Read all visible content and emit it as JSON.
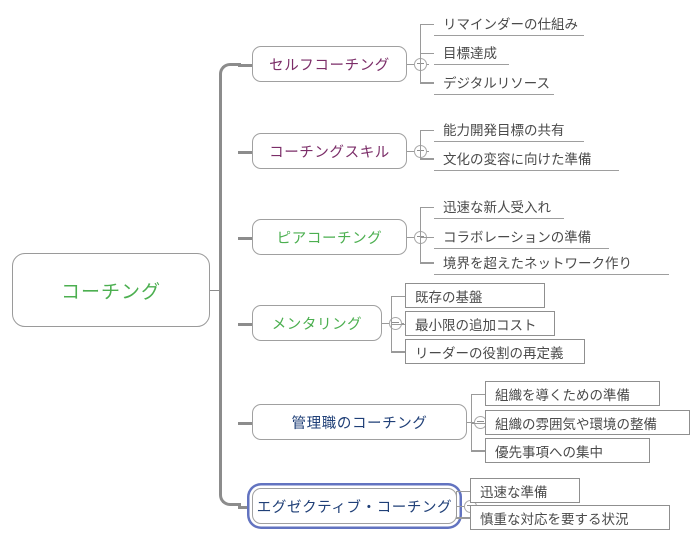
{
  "diagram": {
    "type": "mind-map",
    "title": "コーチング",
    "root": {
      "label": "コーチング",
      "color": "#4caf50"
    },
    "colors": {
      "green": "#4caf50",
      "purple": "#7b2d68",
      "navy": "#1f3f77",
      "leaf_text": "#4a4a4a",
      "line": "#9a9a9a",
      "trunk": "#8c8c8c",
      "selection": "#6273c0"
    },
    "toggle_icon": "collapse-minus-icon",
    "branches": [
      {
        "label": "セルフコーチング",
        "color": "#7b2d68",
        "selected": false,
        "leaf_style": "underline",
        "children": [
          "リマインダーの仕組み",
          "目標達成",
          "デジタルリソース"
        ]
      },
      {
        "label": "コーチングスキル",
        "color": "#7b2d68",
        "selected": false,
        "leaf_style": "underline",
        "children": [
          "能力開発目標の共有",
          "文化の変容に向けた準備"
        ]
      },
      {
        "label": "ピアコーチング",
        "color": "#4caf50",
        "selected": false,
        "leaf_style": "underline",
        "children": [
          "迅速な新人受入れ",
          "コラボレーションの準備",
          "境界を超えたネットワーク作り"
        ]
      },
      {
        "label": "メンタリング",
        "color": "#4caf50",
        "selected": false,
        "leaf_style": "boxed",
        "children": [
          "既存の基盤",
          "最小限の追加コスト",
          "リーダーの役割の再定義"
        ]
      },
      {
        "label": "管理職のコーチング",
        "color": "#1f3f77",
        "selected": false,
        "leaf_style": "boxed",
        "children": [
          "組織を導くための準備",
          "組織の雰囲気や環境の整備",
          "優先事項への集中"
        ]
      },
      {
        "label": "エグゼクティブ・コーチング",
        "color": "#1f3f77",
        "selected": true,
        "leaf_style": "boxed",
        "children": [
          "迅速な準備",
          "慎重な対応を要する状況"
        ]
      }
    ]
  }
}
